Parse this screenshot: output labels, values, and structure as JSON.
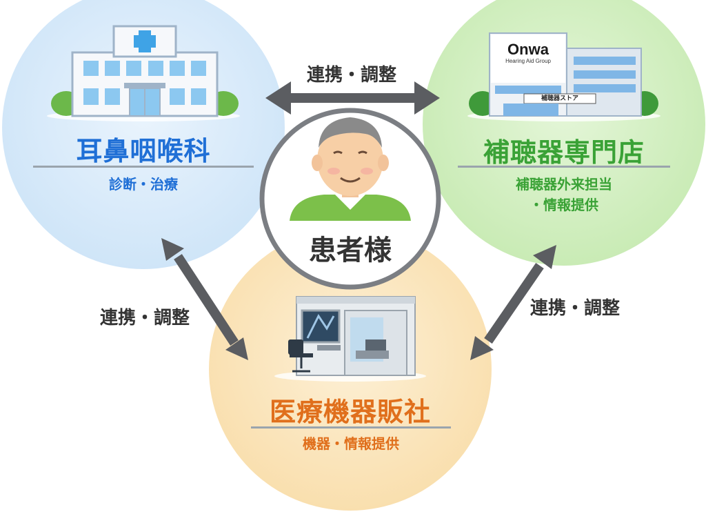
{
  "colors": {
    "ent": "#1f6fd6",
    "shop": "#3aa236",
    "medical": "#e06f1c",
    "text": "#333333",
    "arrow": "#5b5d61"
  },
  "ent": {
    "title": "耳鼻咽喉科",
    "subtitle": "診断・治療",
    "icon": "hospital-icon"
  },
  "shop": {
    "title": "補聴器専門店",
    "subtitle_line1": "補聴器外来担当",
    "subtitle_line2": "・情報提供",
    "icon": "store-building-icon",
    "logo_text": "Onwa",
    "logo_tagline": "Hearing Aid Group",
    "sign_text": "補聴器ストア"
  },
  "medical": {
    "title": "医療機器販社",
    "subtitle": "機器・情報提供",
    "icon": "audiometry-booth-icon"
  },
  "patient": {
    "label": "患者様",
    "icon": "elderly-man-icon"
  },
  "connectors": {
    "top": "連携・調整",
    "left": "連携・調整",
    "right": "連携・調整"
  }
}
